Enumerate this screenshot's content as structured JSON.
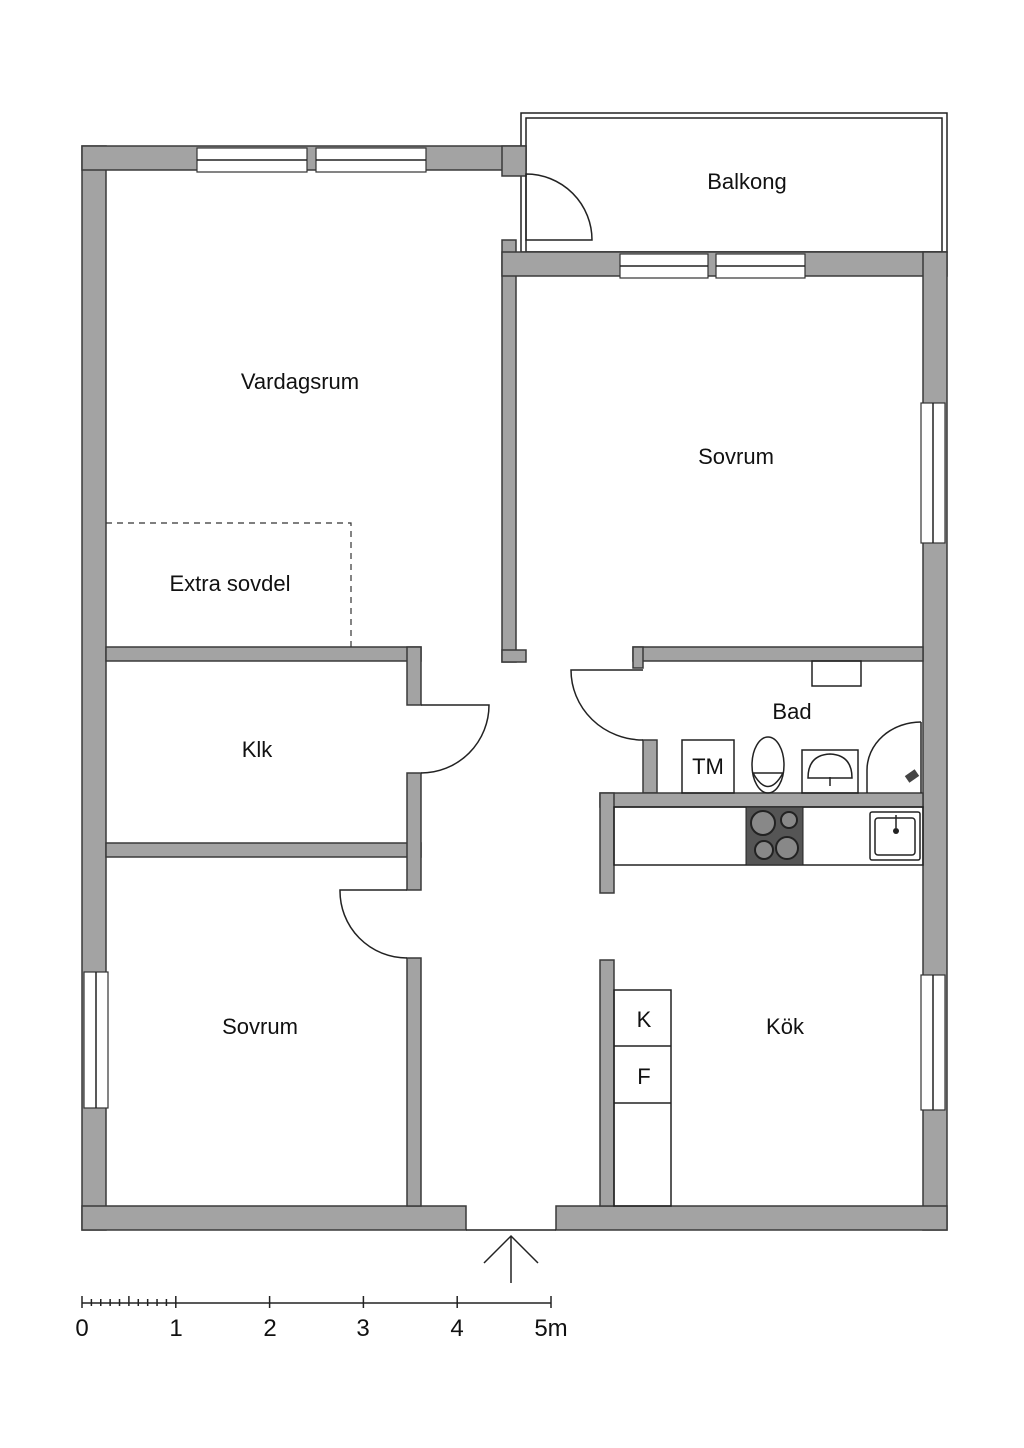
{
  "rooms": {
    "balkong": "Balkong",
    "vardagsrum": "Vardagsrum",
    "extra_sovdel": "Extra sovdel",
    "sovrum_top": "Sovrum",
    "bad": "Bad",
    "klk": "Klk",
    "sovrum_bottom": "Sovrum",
    "kok": "Kök"
  },
  "fixtures": {
    "washing_machine": "TM",
    "fridge": "K",
    "freezer": "F"
  },
  "scale_bar": {
    "labels": [
      "0",
      "1",
      "2",
      "3",
      "4",
      "5m"
    ]
  },
  "colors": {
    "wall": "#a3a3a3",
    "stove": "#555555"
  }
}
